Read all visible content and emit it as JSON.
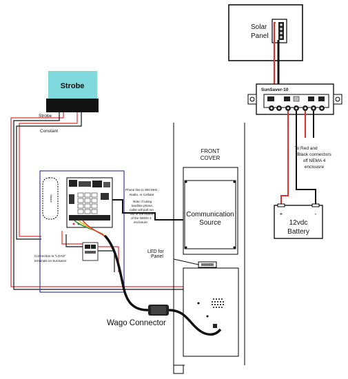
{
  "labels": {
    "solar_panel_line1": "Solar",
    "solar_panel_line2": "Panel",
    "sunsaver": "SunSaver-10",
    "strobe": "Strobe",
    "strobe_wire": "Strobe",
    "constant_wire": "Constant",
    "front_cover_line1": "FRONT",
    "front_cover_line2": "COVER",
    "comm_source_line1": "Communication",
    "comm_source_line2": "Source",
    "red_black_line1": "To Red and",
    "red_black_line2": "Black connectors",
    "red_black_line3": "off NEMA 4",
    "red_black_line4": "enclousre",
    "battery_plus": "+",
    "battery_minus": "-",
    "battery_line1": "12vdc",
    "battery_line2": "Battery",
    "phone_note_line1": "Phone line to 900 MHz,",
    "phone_note_line2": "Radio, or Cellular",
    "phone_note_line3": "Note: If using",
    "phone_note_line4": "landline phone,",
    "phone_note_line5": "cable will pull run",
    "phone_note_line6": "out of the bottom",
    "phone_note_line7": "of the NEMA 4",
    "phone_note_line8": "enclosure",
    "load_note_line1": "Connection to \"LOAD\"",
    "load_note_line2": "terminals on SunSaver",
    "led_line1": "LED for",
    "led_line2": "Panel",
    "wago": "Wago Connector",
    "strobe_box_text": "Strobe"
  },
  "colors": {
    "strobe_cyan": "#7fd8dc",
    "wire_red": "#e03030",
    "wire_black": "#111111",
    "enclosure_blue": "#3a3aa0",
    "panel_grey": "#9a9a9a"
  }
}
